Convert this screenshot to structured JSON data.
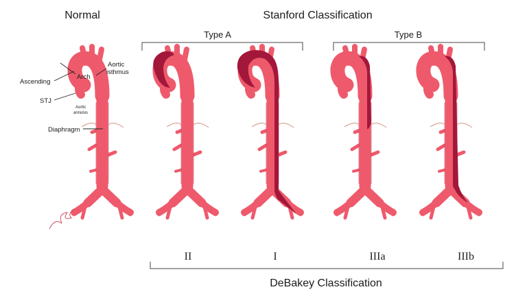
{
  "headings": {
    "normal": "Normal",
    "stanford": "Stanford Classification",
    "debakey": "DeBakey Classification"
  },
  "groups": {
    "type_a": "Type A",
    "type_b": "Type B"
  },
  "anatomy_labels": {
    "ascending": "Ascending",
    "arch": "Arch",
    "aortic_isthmus_line1": "Aortic",
    "aortic_isthmus_line2": "isthmus",
    "stj": "STJ",
    "aortic_annulus_line1": "Aortic",
    "aortic_annulus_line2": "annulus",
    "diaphragm": "Diaphragm"
  },
  "debakey_types": [
    "II",
    "I",
    "IIIa",
    "IIIb"
  ],
  "colors": {
    "aorta": "#ee5a6c",
    "aorta_edge": "#c73d52",
    "dissection": "#a3173a",
    "diaphragm": "#d9a79a"
  }
}
